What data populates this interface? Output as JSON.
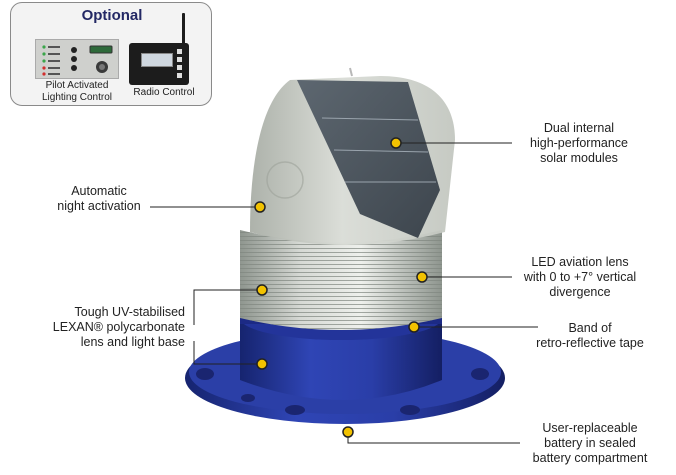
{
  "optional_panel": {
    "title": "Optional",
    "pilot_caption_line1": "Pilot Activated",
    "pilot_caption_line2": "Lighting Control",
    "radio_caption": "Radio Control"
  },
  "callouts": {
    "solar": [
      "Dual internal",
      "high-performance",
      "solar modules"
    ],
    "night": [
      "Automatic",
      "night activation"
    ],
    "led": [
      "LED aviation lens",
      "with 0 to +7° vertical",
      "divergence"
    ],
    "tough": [
      "Tough UV-stabilised",
      "LEXAN® polycarbonate",
      "lens and light base"
    ],
    "band": [
      "Band of",
      "retro-reflective tape"
    ],
    "battery": [
      "User-replaceable",
      "battery in sealed",
      "battery compartment"
    ]
  },
  "colors": {
    "base_blue": "#23349a",
    "marker_yellow": "#f2c200",
    "panel_title": "#232864"
  }
}
